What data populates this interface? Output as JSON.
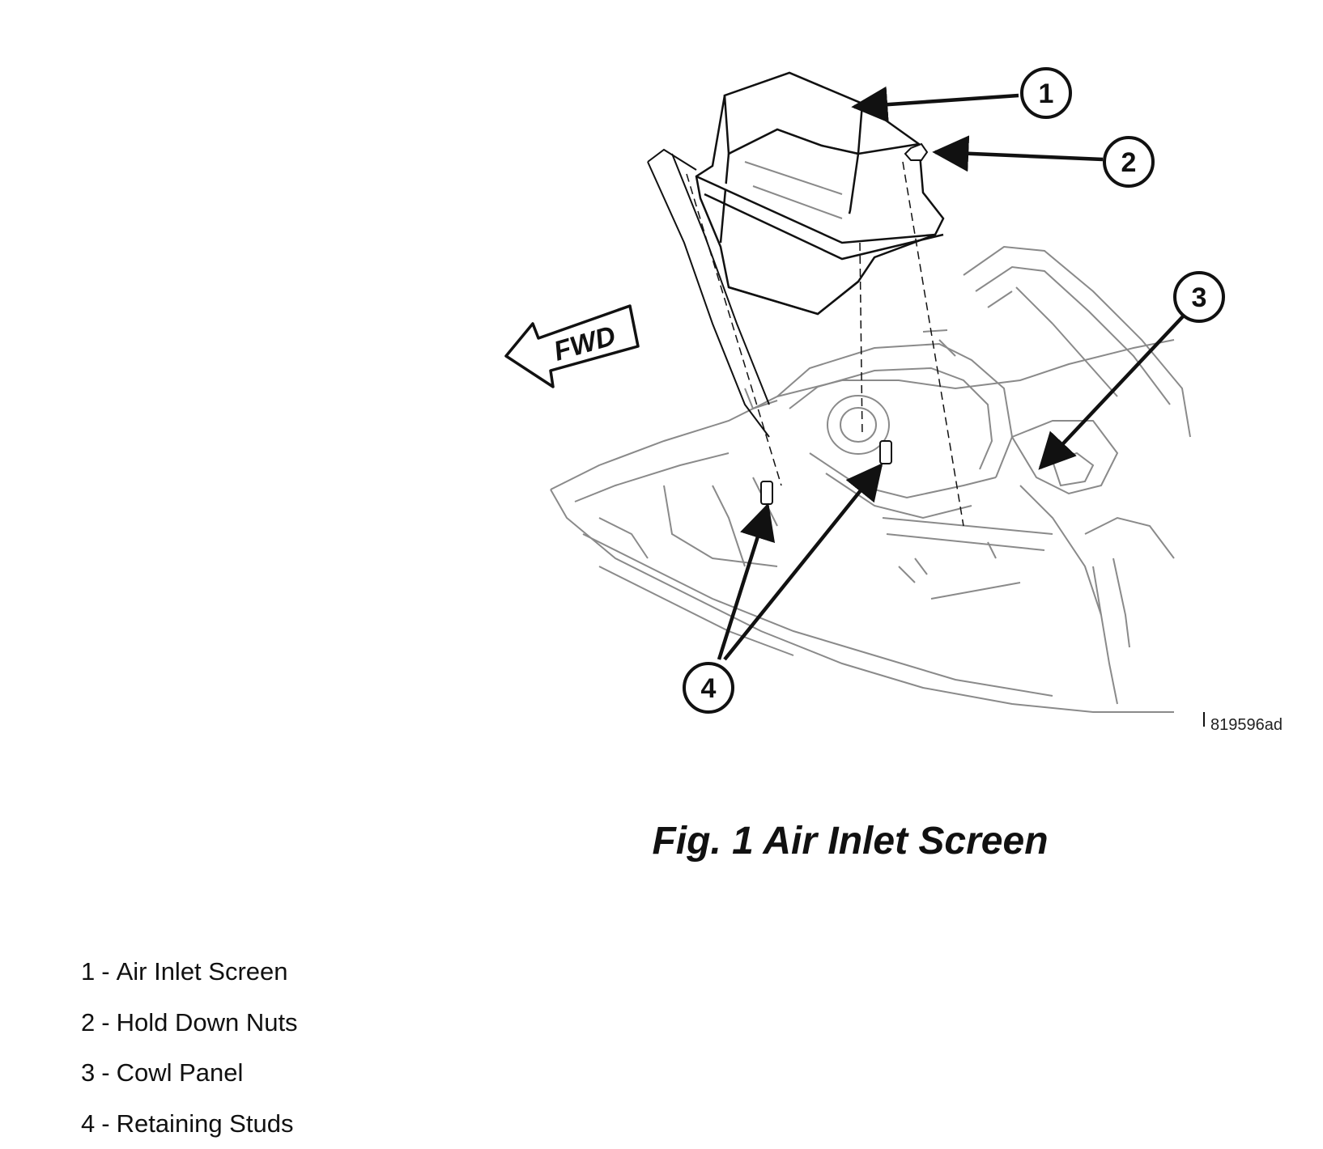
{
  "figure": {
    "direction_label": "FWD",
    "reference_code": "819596ad",
    "caption": "Fig. 1 Air Inlet Screen",
    "callouts": [
      "1",
      "2",
      "3",
      "4"
    ]
  },
  "legend": {
    "separator": "-",
    "items": [
      {
        "number": "1",
        "label": "Air Inlet Screen"
      },
      {
        "number": "2",
        "label": "Hold Down Nuts"
      },
      {
        "number": "3",
        "label": "Cowl Panel"
      },
      {
        "number": "4",
        "label": "Retaining Studs"
      }
    ]
  },
  "colors": {
    "line": "#111111",
    "detail_line": "#8a8a8a",
    "background": "#ffffff"
  }
}
